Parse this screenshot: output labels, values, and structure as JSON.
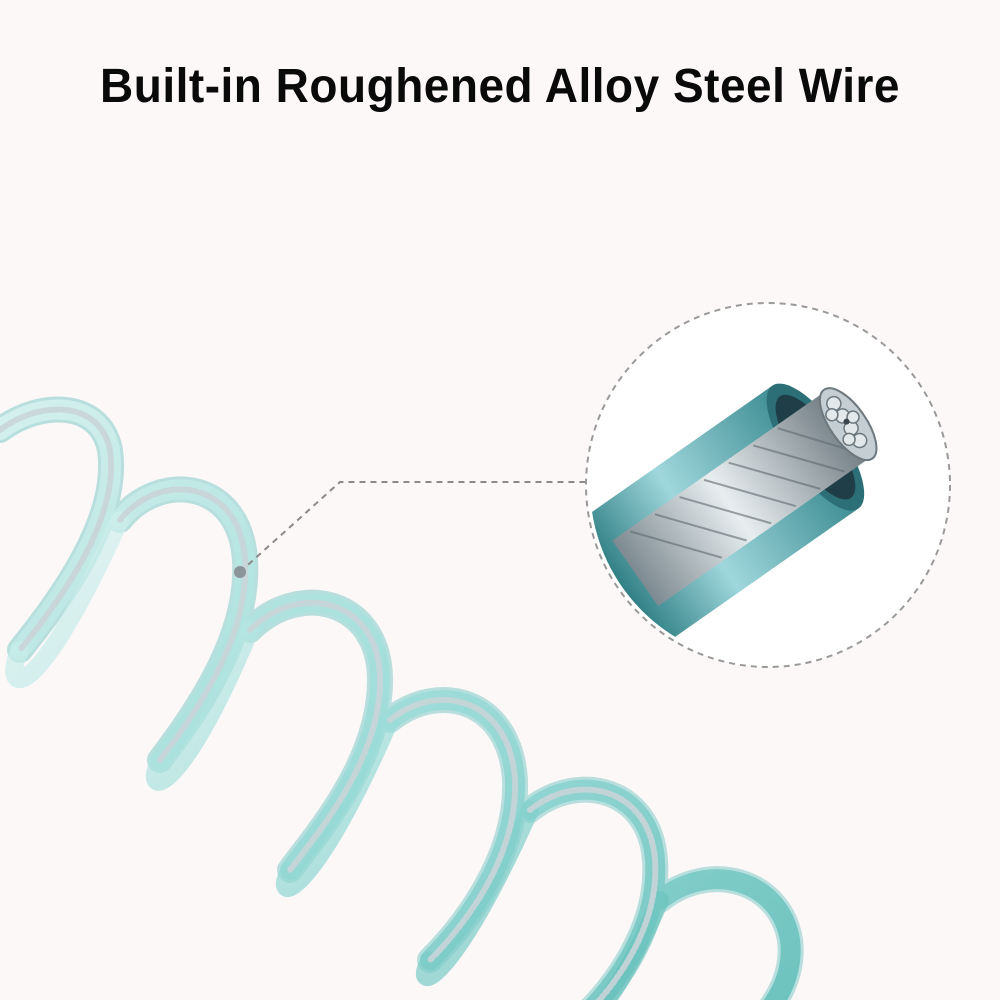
{
  "title": "Built-in Roughened Alloy Steel Wire",
  "colors": {
    "background": "#fcf8f8",
    "cable": "#8fd8d6",
    "cable_dark": "#3fa9a6",
    "steel": "#b9c3c8",
    "callout_line": "#8a8a8a"
  },
  "icons": {
    "coil": "coiled-cable",
    "zoom": "steel-wire-cross-section"
  }
}
